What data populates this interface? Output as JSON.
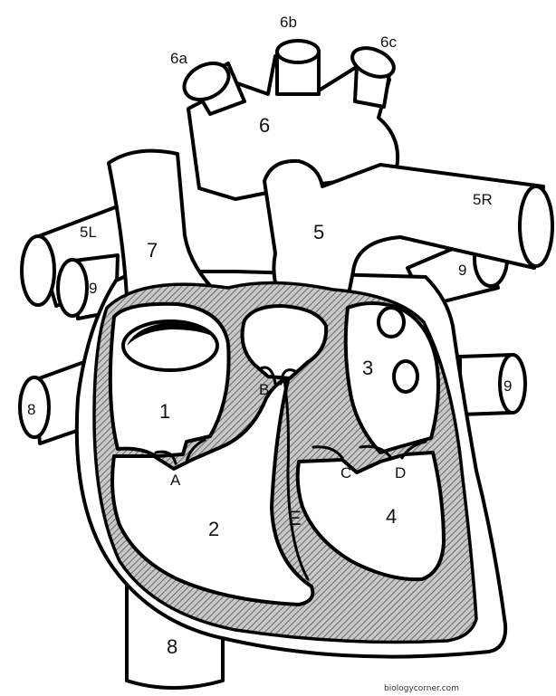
{
  "labels": {
    "l1": "1",
    "l2": "2",
    "l3": "3",
    "l4": "4",
    "l5": "5",
    "l6": "6",
    "l6a": "6a",
    "l6b": "6b",
    "l6c": "6c",
    "l5L": "5L",
    "l5R": "5R",
    "l7": "7",
    "l8_top": "8",
    "l8_bottom": "8",
    "l9_left": "9",
    "l9_right_upper": "9",
    "l9_right_lower": "9",
    "lA": "A",
    "lB": "B",
    "lC": "C",
    "lD": "D",
    "lE": "E"
  },
  "credit": "biologycorner.com",
  "colors": {
    "line": "#000000",
    "fill": "#ffffff",
    "hatch": "#9a9a9a"
  }
}
